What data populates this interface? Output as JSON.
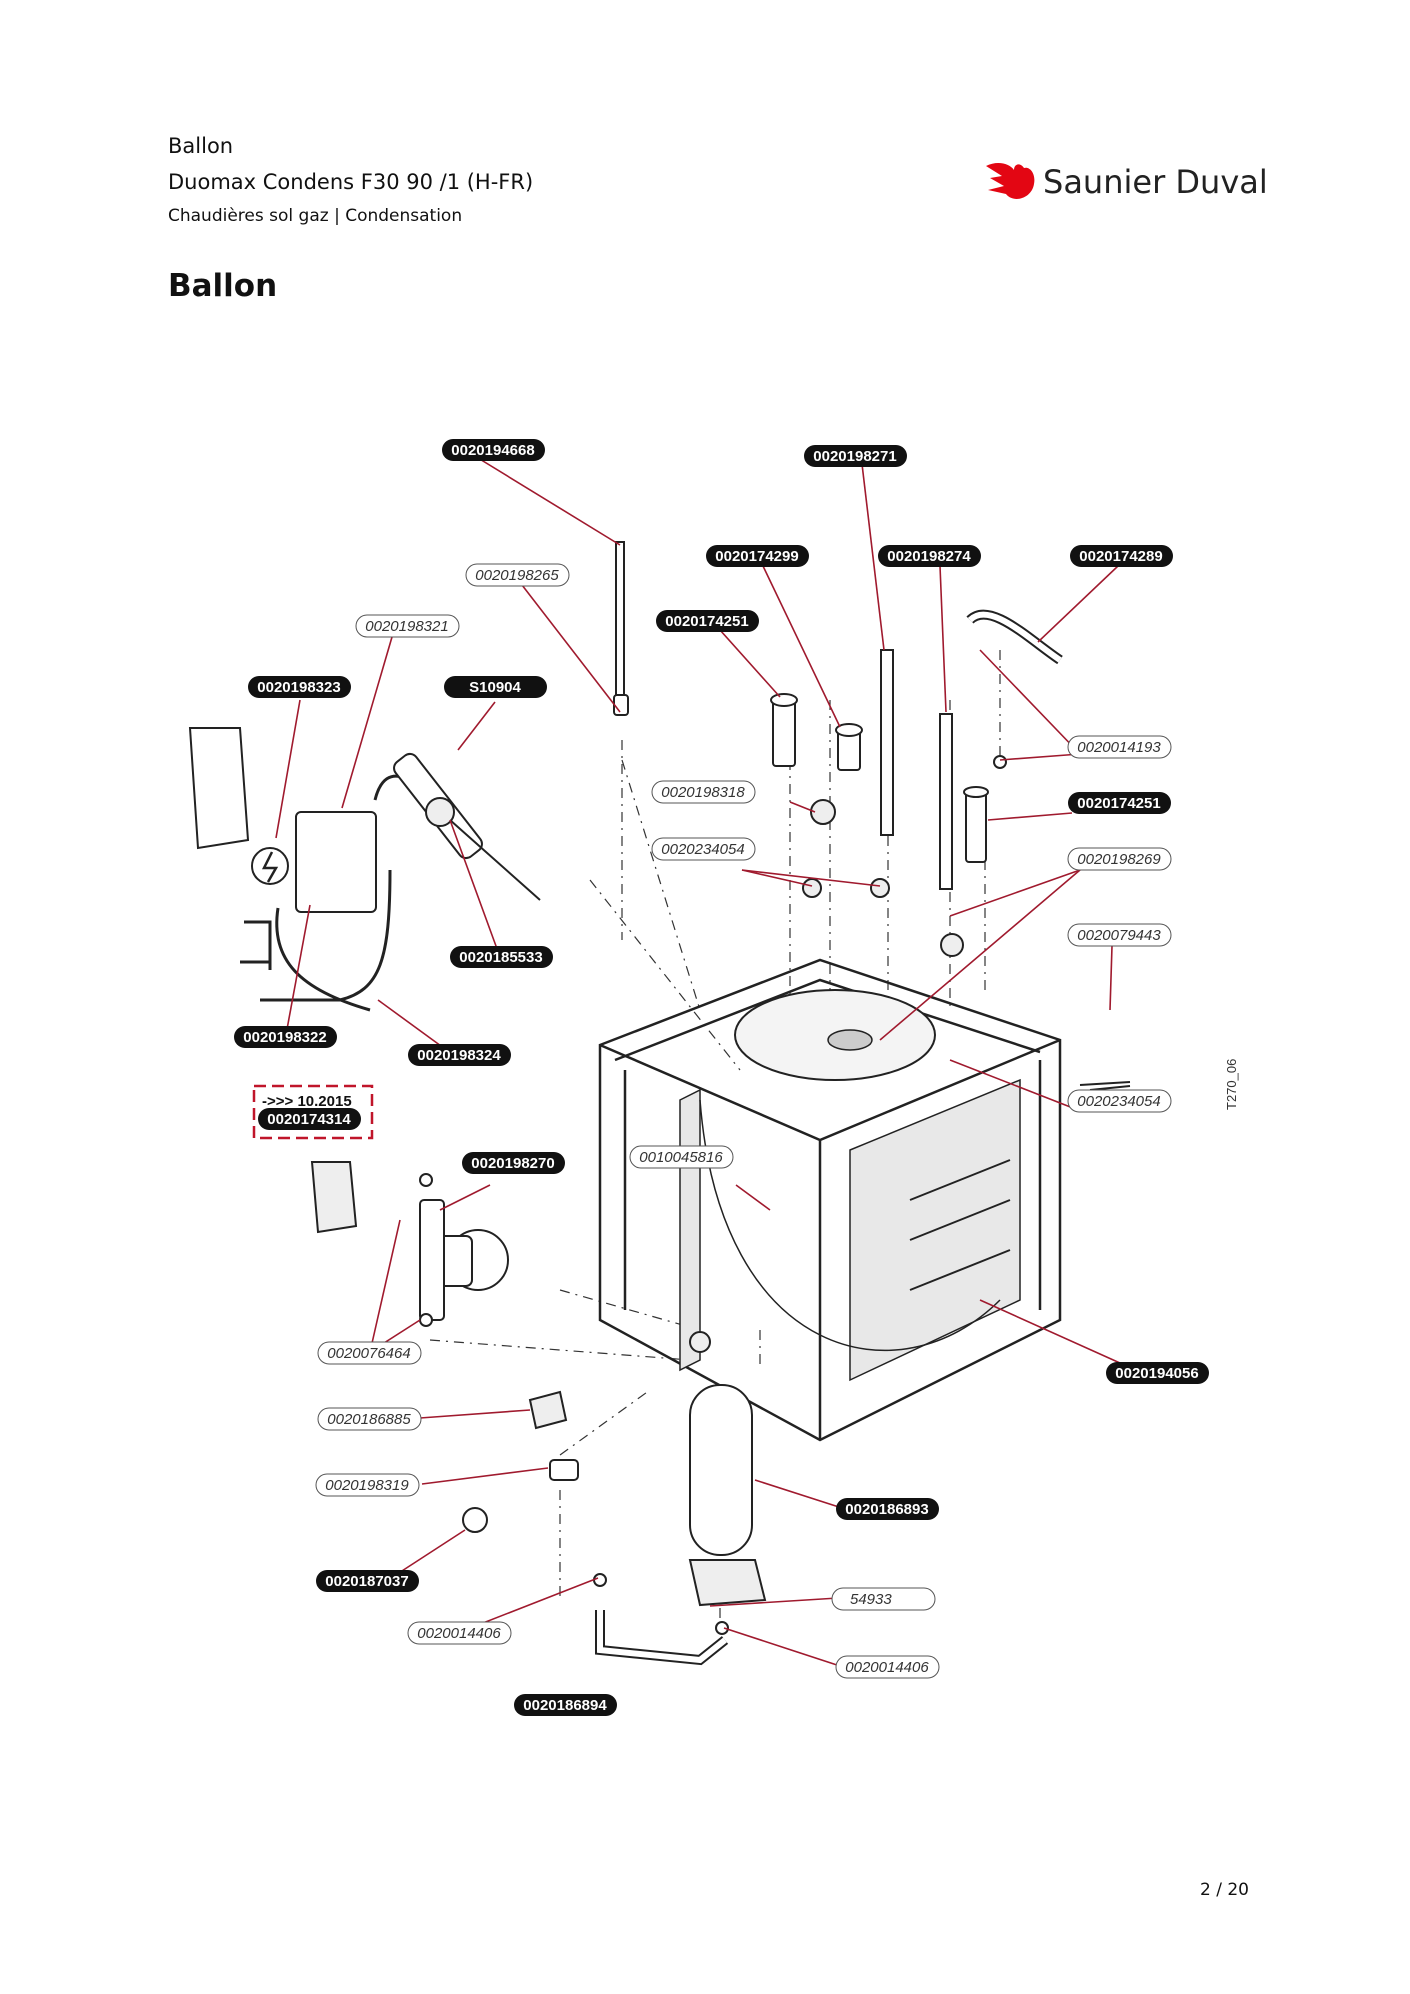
{
  "header": {
    "line1": "Ballon",
    "line2": "Duomax Condens F30 90 /1 (H-FR)",
    "line3": "Chaudières sol gaz | Condensation"
  },
  "brand": {
    "name": "Saunier Duval",
    "color": "#e30613",
    "icon": "bird-logo-icon"
  },
  "section_title": "Ballon",
  "page_number": "2 / 20",
  "diagram": {
    "code": "T270_06",
    "date_note": "->>> 10.2015",
    "labels": [
      {
        "id": "l1",
        "text": "0020194668",
        "style": "dark"
      },
      {
        "id": "l2",
        "text": "0020198271",
        "style": "dark"
      },
      {
        "id": "l3",
        "text": "0020174299",
        "style": "dark"
      },
      {
        "id": "l4",
        "text": "0020198274",
        "style": "dark"
      },
      {
        "id": "l5",
        "text": "0020174289",
        "style": "dark"
      },
      {
        "id": "l6",
        "text": "0020198265",
        "style": "outline"
      },
      {
        "id": "l7",
        "text": "0020174251",
        "style": "dark"
      },
      {
        "id": "l8",
        "text": "0020198321",
        "style": "outline"
      },
      {
        "id": "l9",
        "text": "0020198323",
        "style": "dark"
      },
      {
        "id": "l10",
        "text": "S10904",
        "style": "dark"
      },
      {
        "id": "l11",
        "text": "0020014193",
        "style": "outline"
      },
      {
        "id": "l12",
        "text": "0020198318",
        "style": "outline"
      },
      {
        "id": "l13",
        "text": "0020174251",
        "style": "dark"
      },
      {
        "id": "l14",
        "text": "0020234054",
        "style": "outline"
      },
      {
        "id": "l15",
        "text": "0020198269",
        "style": "outline"
      },
      {
        "id": "l16",
        "text": "0020185533",
        "style": "dark"
      },
      {
        "id": "l17",
        "text": "0020079443",
        "style": "outline"
      },
      {
        "id": "l18",
        "text": "0020198322",
        "style": "dark"
      },
      {
        "id": "l19",
        "text": "0020198324",
        "style": "dark"
      },
      {
        "id": "l20",
        "text": "0020234054",
        "style": "outline"
      },
      {
        "id": "l21",
        "text": "0020174314",
        "style": "dark"
      },
      {
        "id": "l22",
        "text": "0020198270",
        "style": "dark"
      },
      {
        "id": "l23",
        "text": "0010045816",
        "style": "outline"
      },
      {
        "id": "l24",
        "text": "0020076464",
        "style": "outline"
      },
      {
        "id": "l25",
        "text": "0020194056",
        "style": "dark"
      },
      {
        "id": "l26",
        "text": "0020186885",
        "style": "outline"
      },
      {
        "id": "l27",
        "text": "0020198319",
        "style": "outline"
      },
      {
        "id": "l28",
        "text": "0020186893",
        "style": "dark"
      },
      {
        "id": "l29",
        "text": "0020187037",
        "style": "dark"
      },
      {
        "id": "l30",
        "text": "54933",
        "style": "outline"
      },
      {
        "id": "l31",
        "text": "0020014406",
        "style": "outline"
      },
      {
        "id": "l32",
        "text": "0020014406",
        "style": "outline"
      },
      {
        "id": "l33",
        "text": "0020186894",
        "style": "dark"
      }
    ]
  }
}
